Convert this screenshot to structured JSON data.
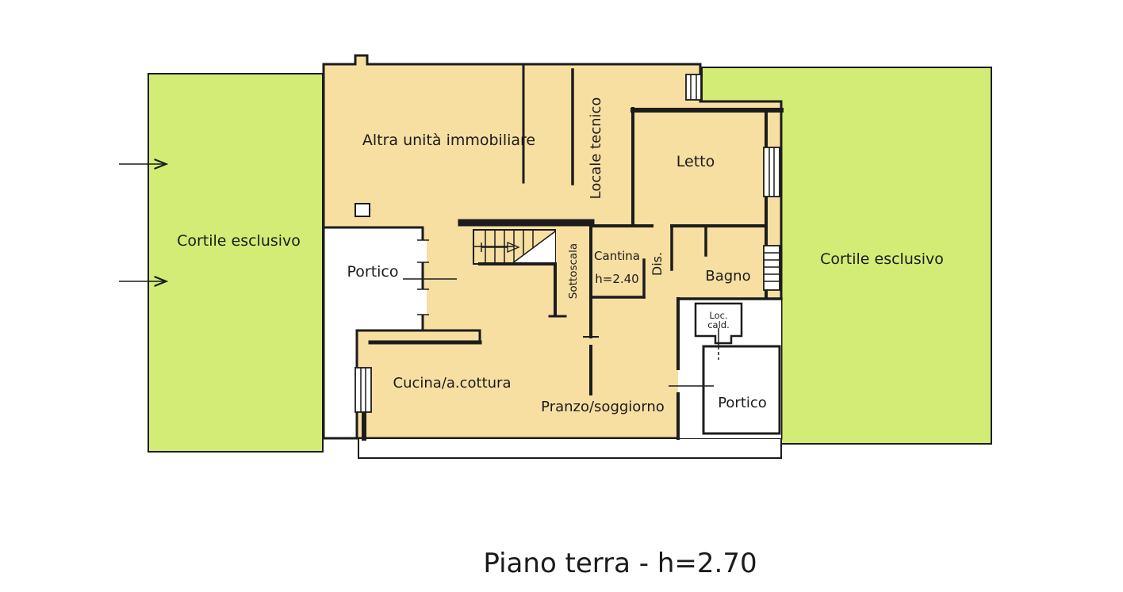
{
  "floor_plan": {
    "title": "Piano terra - h=2.70",
    "courtyards": {
      "left_label": "Cortile esclusivo",
      "right_label": "Cortile esclusivo"
    },
    "rooms": {
      "altra_unita": "Altra unità immobiliare",
      "locale_tecnico": "Locale tecnico",
      "letto": "Letto",
      "portico_left": "Portico",
      "sottoscala": "Sottoscala",
      "cantina_name": "Cantina",
      "cantina_height": "h=2.40",
      "disimpegno": "Dis.",
      "bagno": "Bagno",
      "locale_caldaia_line1": "Loc.",
      "locale_caldaia_line2": "cald.",
      "cucina": "Cucina/a.cottura",
      "pranzo_soggiorno": "Pranzo/soggiorno",
      "portico_right": "Portico"
    },
    "colors": {
      "courtyard_green": "#d3ec75",
      "interior_yellow": "#f7dfa2",
      "wall": "#1c1c1c",
      "background": "#ffffff"
    }
  }
}
